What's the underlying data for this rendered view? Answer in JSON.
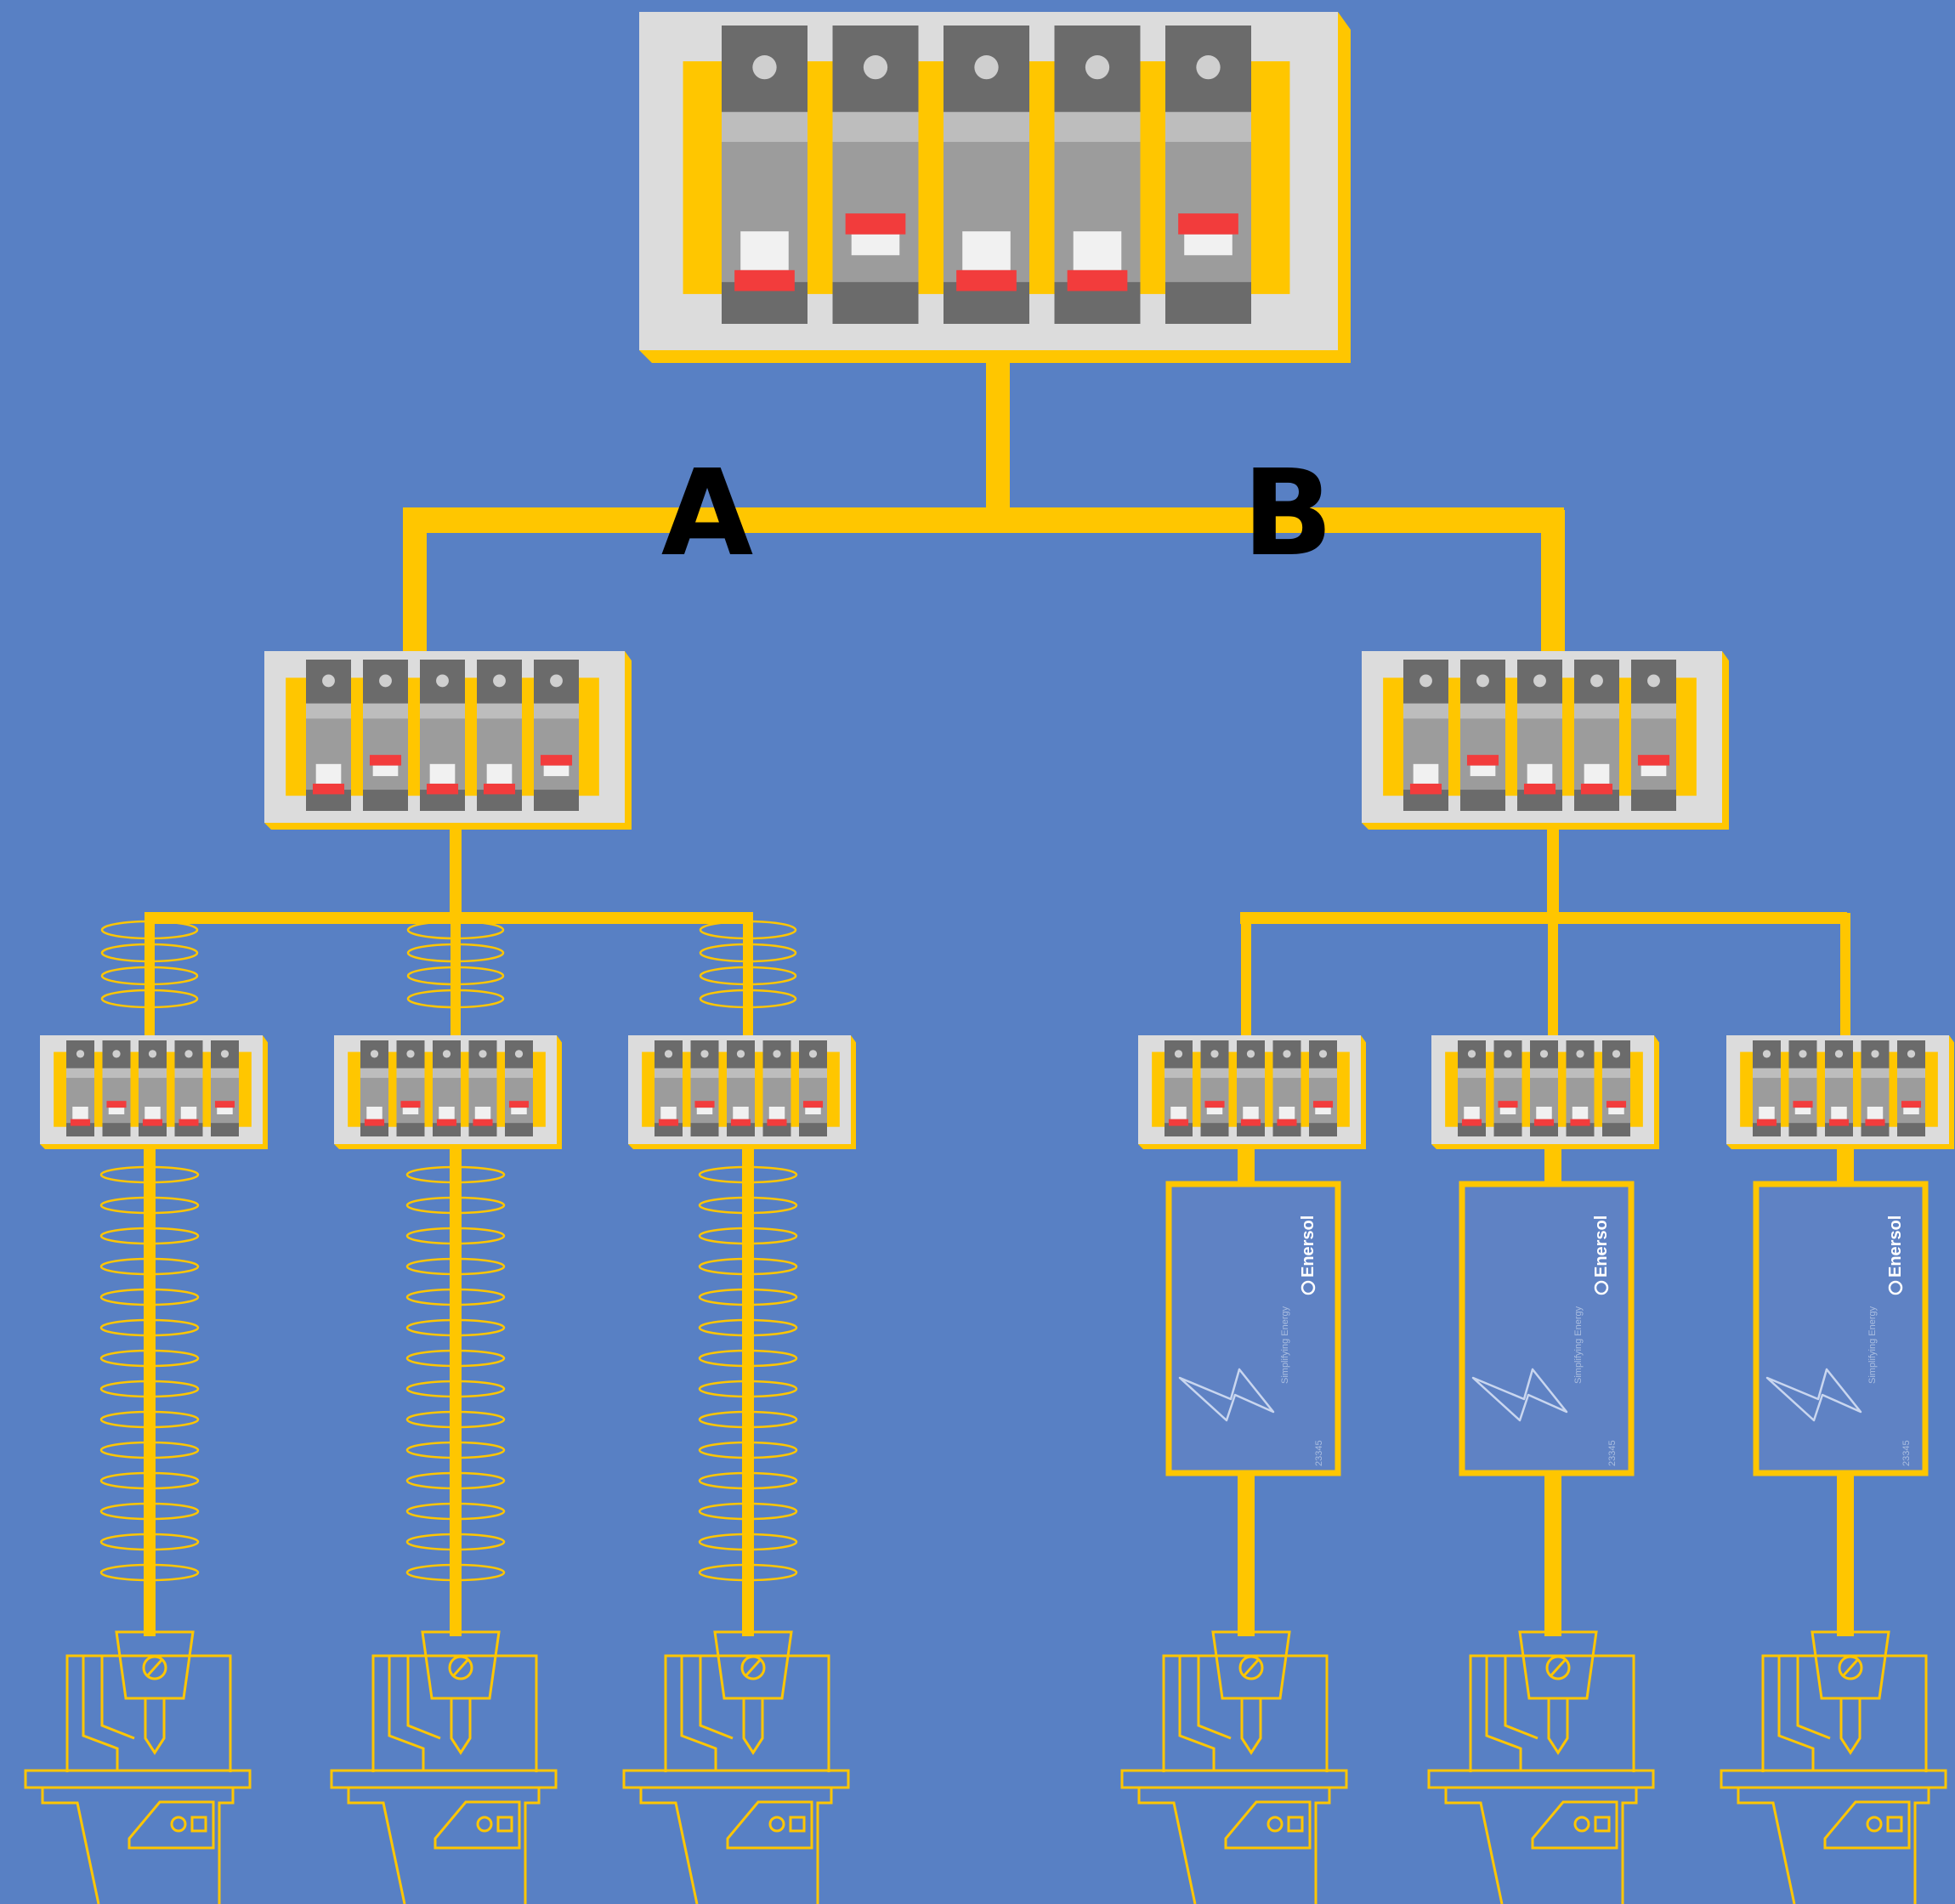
{
  "diagram": {
    "branches": [
      {
        "label": "A",
        "load_type": "inductive-coil"
      },
      {
        "label": "B",
        "load_type": "voltage-optimiser"
      }
    ],
    "main_panel": {
      "breakers": [
        false,
        true,
        false,
        false,
        true
      ]
    },
    "sub_panel": {
      "breakers": [
        false,
        true,
        false,
        false,
        true
      ]
    },
    "distribution_board": {
      "breakers": [
        false,
        true,
        false,
        false,
        true
      ]
    },
    "optimiser_unit": {
      "brand": "Enersol",
      "tagline": "Simplifying Energy",
      "model": "23345"
    },
    "colors": {
      "background": "#5880c4",
      "busbar": "#ffc600",
      "panel_face": "#dcdcdc",
      "breaker_dark": "#6b6b6b",
      "breaker_body": "#9c9c9c",
      "breaker_band": "#bdbdbd",
      "trip_indicator": "#f23c3c",
      "switch_face": "#f1f1f1",
      "unit_face": "#5f82c4",
      "label": "#000000"
    }
  }
}
